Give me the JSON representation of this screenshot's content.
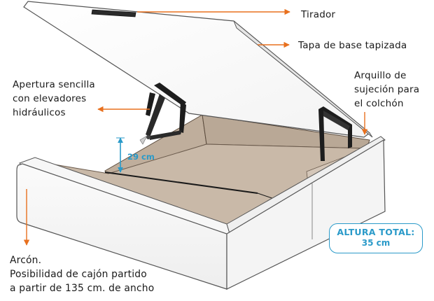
{
  "labels": {
    "tirador": "Tirador",
    "tapa": "Tapa de base tapizada",
    "apertura": [
      "Apertura sencilla",
      "con elevadores",
      "hidráulicos"
    ],
    "arquillo": [
      "Arquillo de",
      "sujeción para",
      "el colchón"
    ],
    "arcon": [
      "Arcón.",
      "Posibilidad de cajón partido",
      "a partir de 135 cm. de ancho"
    ]
  },
  "inner_height": "29 cm",
  "total_height": {
    "title": "ALTURA TOTAL:",
    "value": "35 cm"
  },
  "colors": {
    "accent": "#2a9ac9",
    "arrow": "#e8701e",
    "floor": "#c8b8a8",
    "outline": "#444444"
  }
}
